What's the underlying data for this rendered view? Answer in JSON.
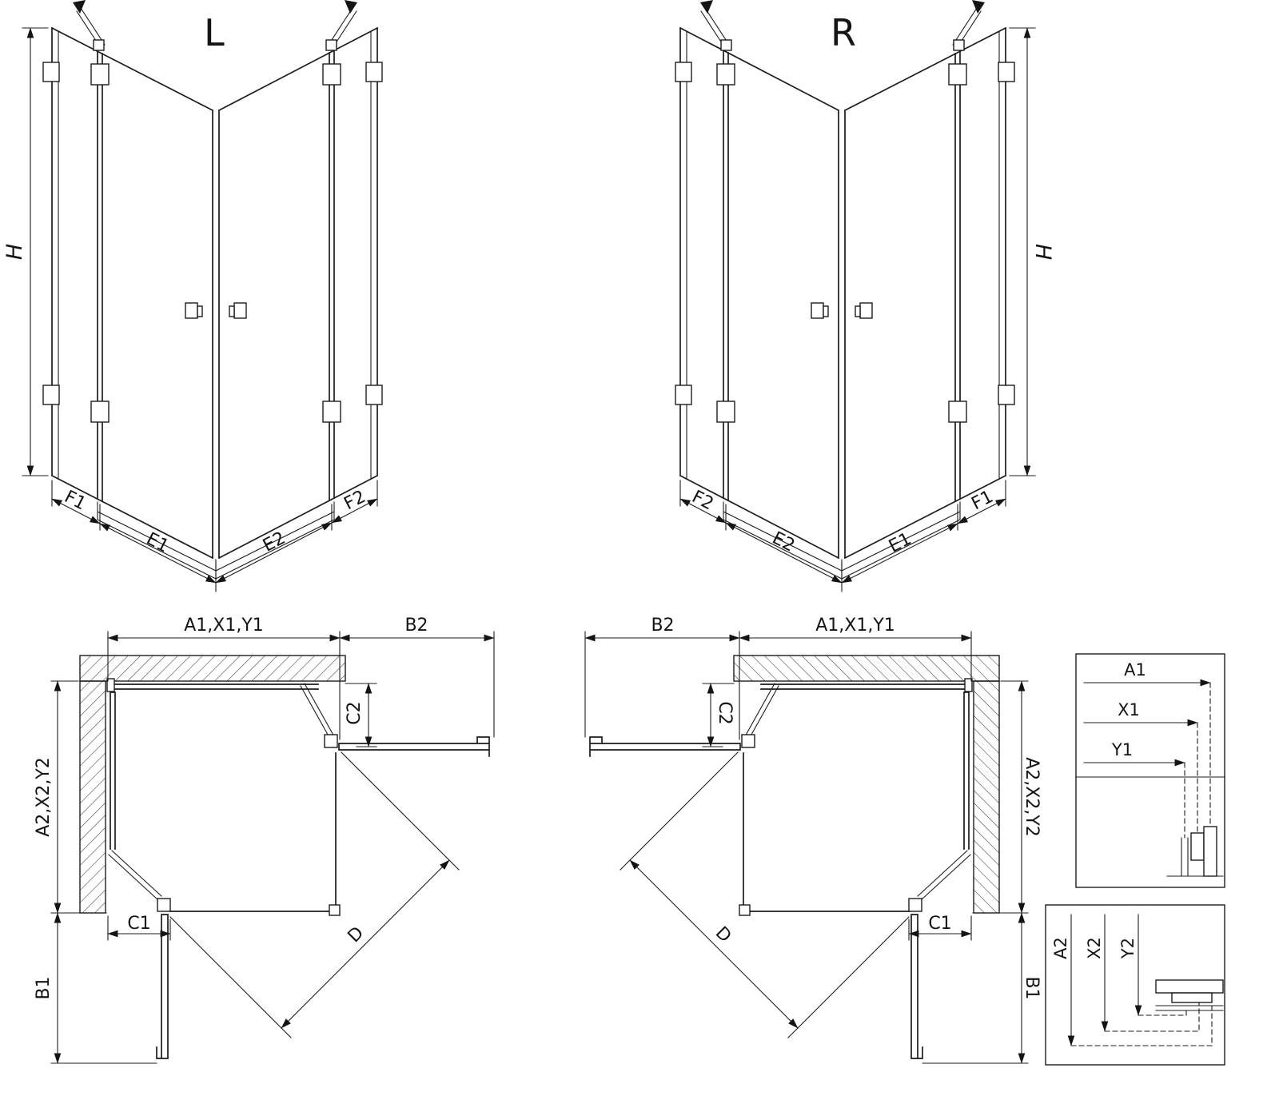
{
  "front": {
    "left": {
      "label": "L",
      "h": "H",
      "f1": "F1",
      "e1": "E1",
      "e2": "E2",
      "f2": "F2"
    },
    "right": {
      "label": "R",
      "h": "H",
      "f1": "F1",
      "e1": "E1",
      "e2": "E2",
      "f2": "F2"
    }
  },
  "plan": {
    "left": {
      "top": "A1,X1,Y1",
      "b2": "B2",
      "c2": "C2",
      "side": "A2,X2,Y2",
      "c1": "C1",
      "b1": "B1",
      "d": "D"
    },
    "right": {
      "top": "A1,X1,Y1",
      "b2": "B2",
      "c2": "C2",
      "side": "A2,X2,Y2",
      "c1": "C1",
      "b1": "B1",
      "d": "D"
    }
  },
  "detail": {
    "h": {
      "a1": "A1",
      "x1": "X1",
      "y1": "Y1"
    },
    "v": {
      "a2": "A2",
      "x2": "X2",
      "y2": "Y2"
    }
  }
}
